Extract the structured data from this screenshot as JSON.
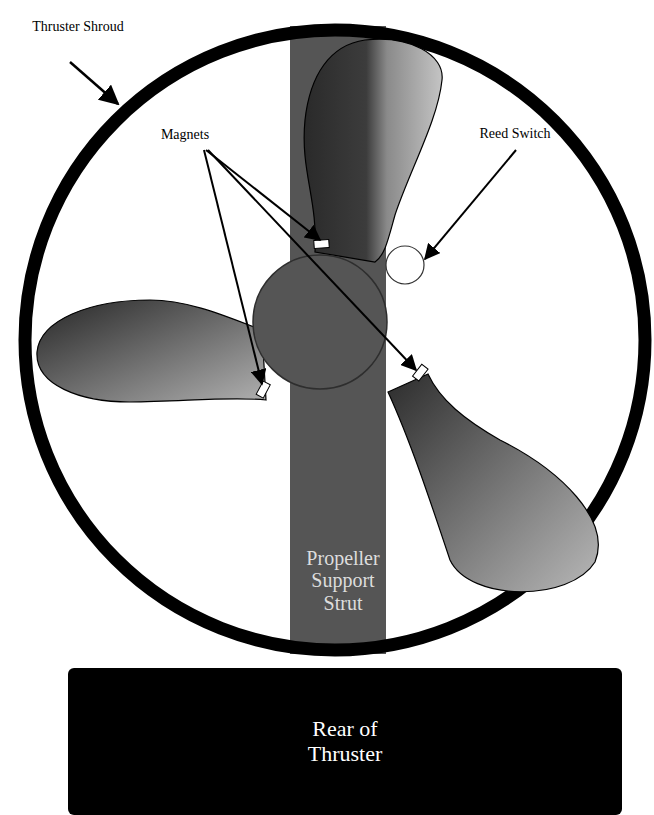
{
  "diagram": {
    "nodes": [
      {
        "text": [
          "Propeller Support Strut"
        ]
      },
      {
        "text": [
          "Rear of Thruster"
        ]
      }
    ],
    "labels": [
      "Thruster Shroud",
      "Magnets",
      "Reed Switch"
    ]
  }
}
